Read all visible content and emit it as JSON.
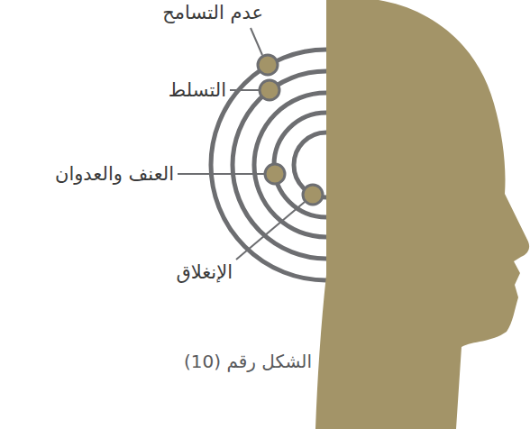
{
  "diagram": {
    "caption": "الشكل رقم (10)",
    "labels": [
      "عدم التسامح",
      "التسلط",
      "العنف والعدوان",
      "الإنغلاق"
    ]
  }
}
